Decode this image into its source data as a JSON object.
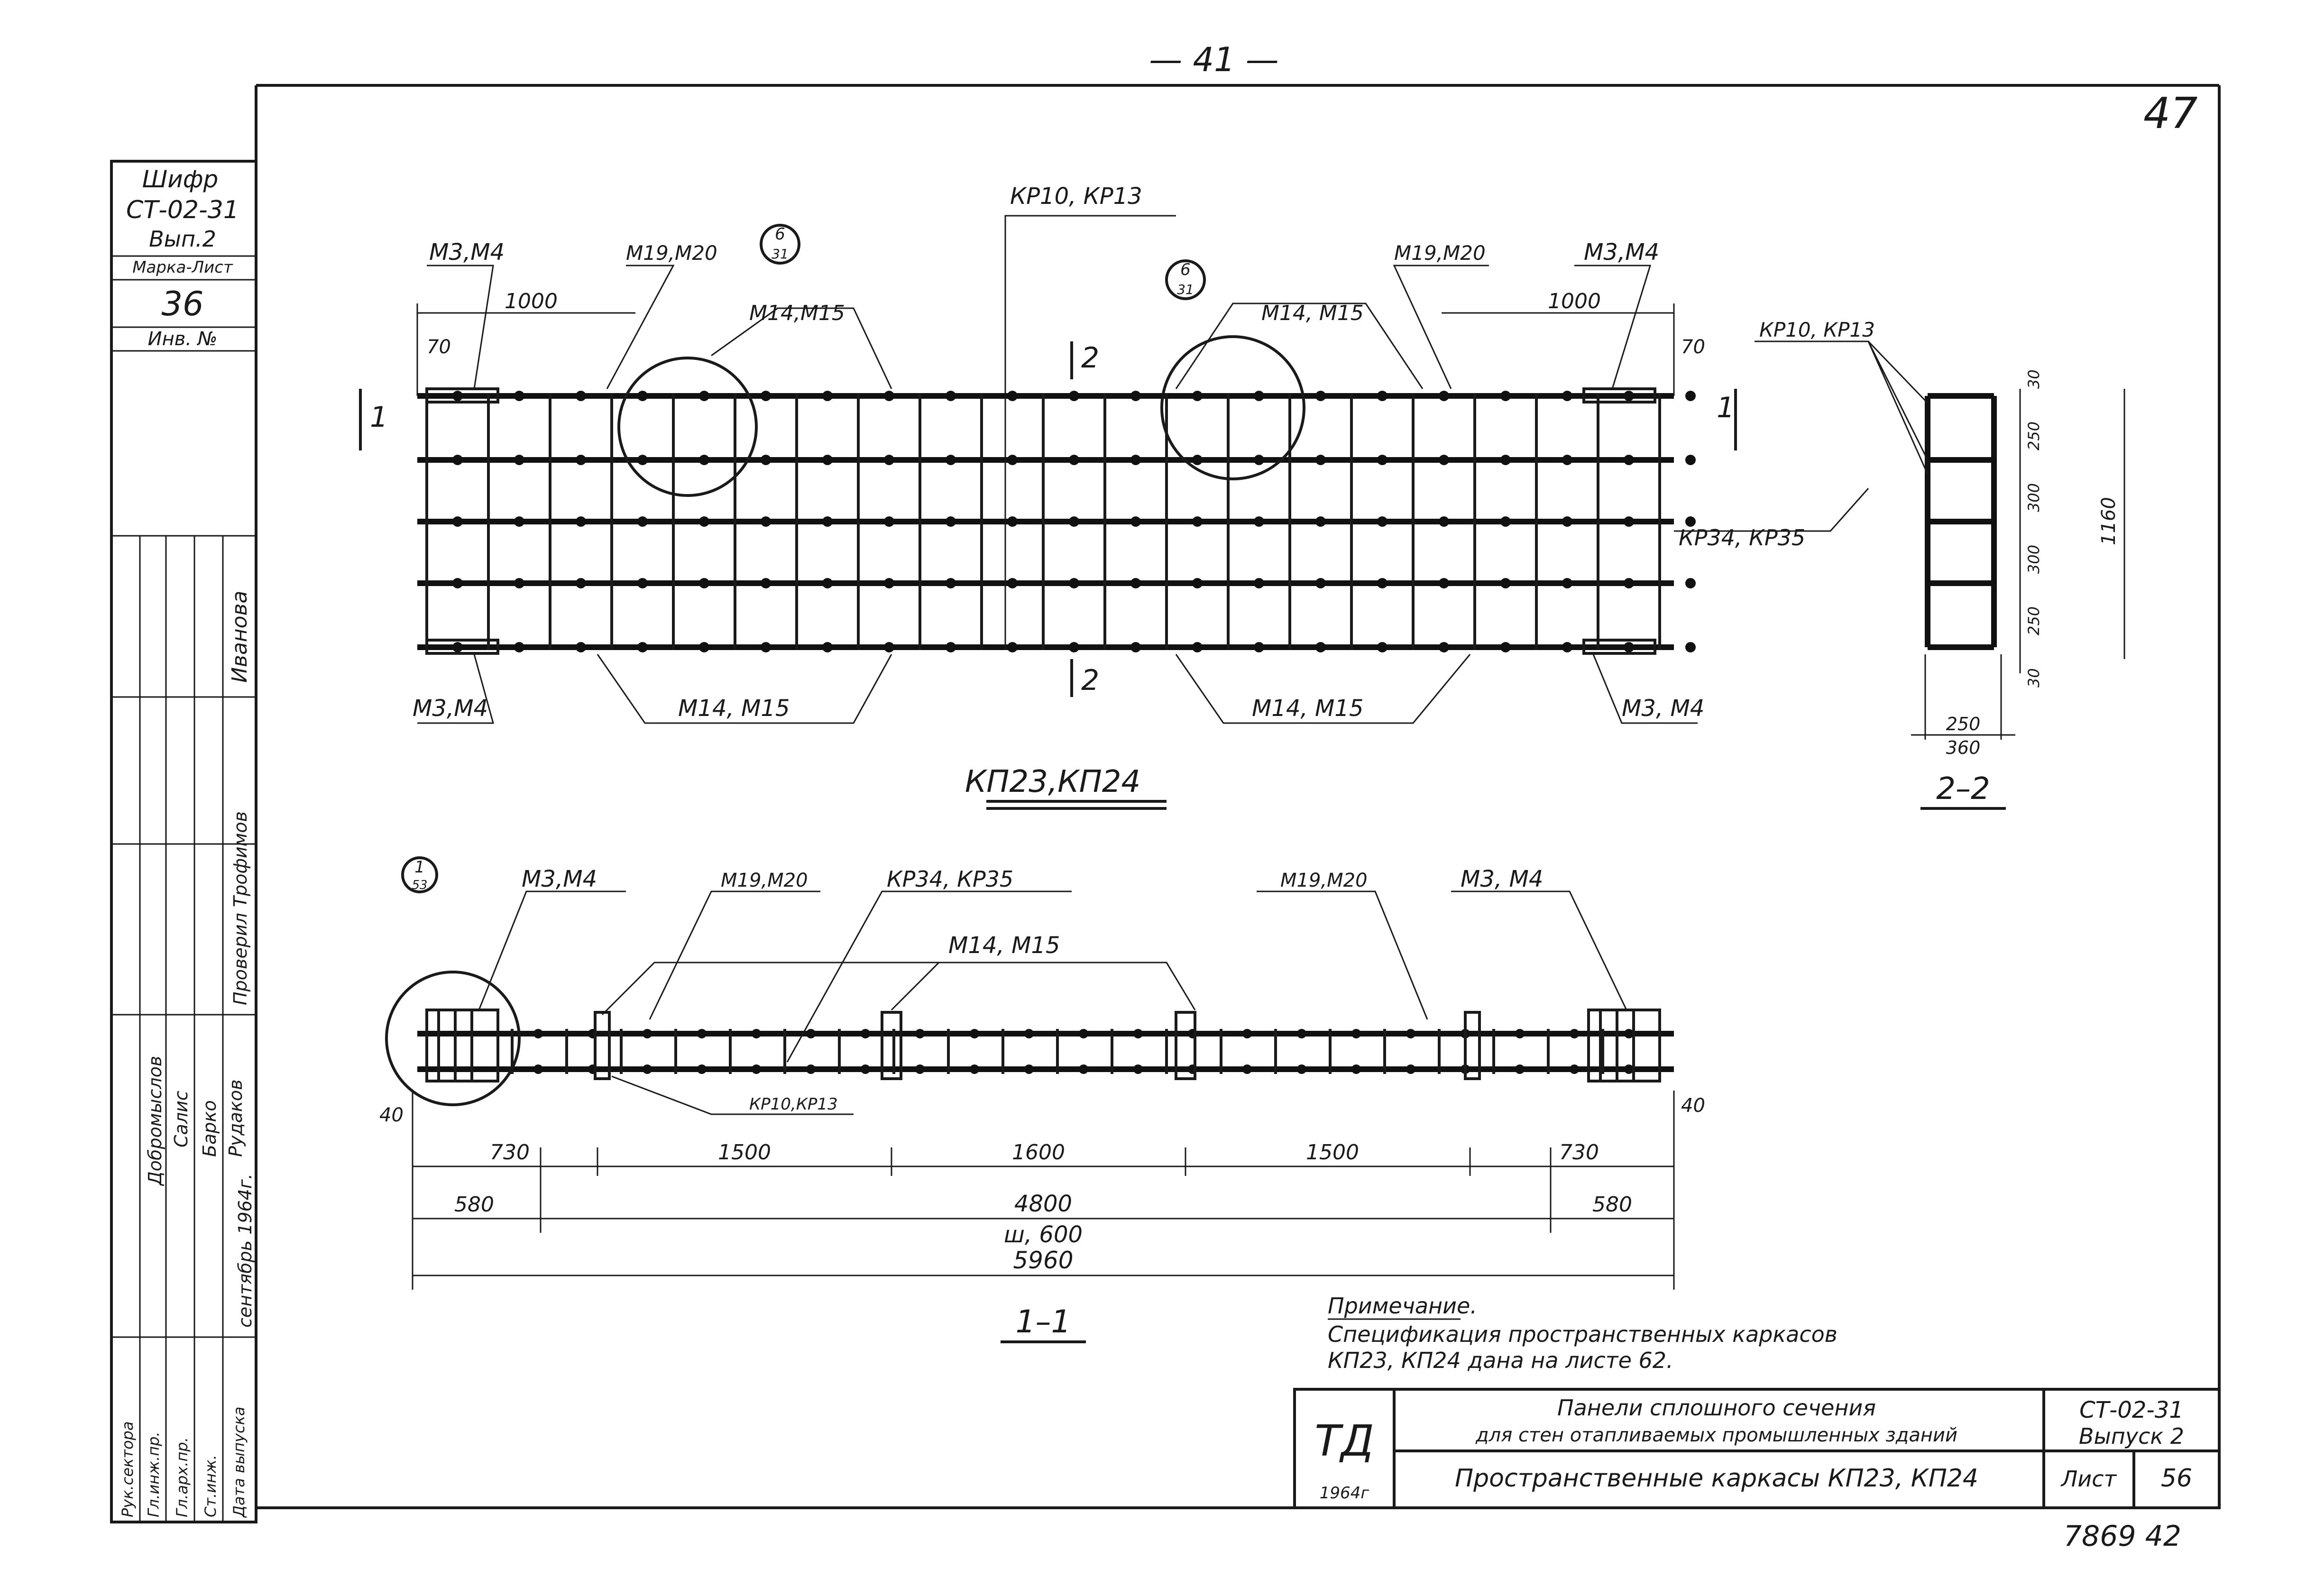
{
  "page_number": "— 41 —",
  "corner_mark": "47",
  "side_block": {
    "cipher_label": "Шифр",
    "cipher_value": "СТ-02-31",
    "issue": "Вып.2",
    "mark_sheet_label": "Марка-Лист",
    "mark_sheet_value": "36",
    "inv_label": "Инв. №",
    "names": [
      "Иванова",
      "Проверил Трофимов",
      "Добромыслов",
      "Салис",
      "Барко",
      "Рудаков",
      "сентябрь 1964г."
    ],
    "roles": [
      "Рук.сектора",
      "Гл.инж.пр.",
      "Гл.арх.пр.",
      "Ст.инж.",
      "Дата выпуска"
    ]
  },
  "plan_view": {
    "title": "КП23,КП24",
    "labels": {
      "m3m4_tl": "М3,М4",
      "m19m20_tl": "М19,М20",
      "detail_6_31_left": "6",
      "detail_6_31_left_sub": "31",
      "m14m15_tl": "М14,М15",
      "kr10kr13_top": "КР10, КР13",
      "detail_6_31_right": "6",
      "detail_6_31_right_sub": "31",
      "m14m15_tr": "М14, М15",
      "m19m20_tr": "М19,М20",
      "m3m4_tr": "М3,М4",
      "dim_1000_left": "1000",
      "dim_1000_right": "1000",
      "dim_70_left": "70",
      "dim_70_right": "70",
      "section_2_top": "2",
      "section_2_bottom": "2",
      "section_1_left": "1",
      "section_1_right": "1",
      "kr34kr35": "КР34, КР35",
      "m3m4_bl": "М3,М4",
      "m14m15_bl": "М14, М15",
      "m14m15_br": "М14, М15",
      "m3m4_br": "М3, М4"
    }
  },
  "section_2_2": {
    "title": "2–2",
    "kr10kr13": "КР10, КР13",
    "dims_vertical": [
      "30",
      "250",
      "300",
      "300",
      "250",
      "30"
    ],
    "dim_total": "1160",
    "dim_250": "250",
    "dim_360": "360"
  },
  "section_1_1": {
    "title": "1–1",
    "detail_mark": "1",
    "detail_mark_sub": "53",
    "labels": {
      "m3m4_l": "М3,М4",
      "m19m20_l": "М19,М20",
      "kr34kr35": "КР34, КР35",
      "m14m15": "М14, М15",
      "m19m20_r": "М19,М20",
      "m3m4_r": "М3, М4",
      "kr10kr13": "КР10,КР13"
    },
    "dims_row1": [
      "730",
      "1500",
      "1600",
      "1500",
      "730"
    ],
    "dims_row2": [
      "580",
      "4800",
      "580"
    ],
    "dim_600": "ш, 600",
    "dim_total": "5960",
    "dim_40_left": "40",
    "dim_40_right": "40"
  },
  "note": {
    "heading": "Примечание.",
    "line1": "Спецификация пространственных каркасов",
    "line2": "КП23, КП24 дана на листе 62."
  },
  "title_block": {
    "logo": "ТД",
    "year": "1964г",
    "title_line1": "Панели сплошного сечения",
    "title_line2": "для стен отапливаемых промышленных зданий",
    "drawing_name": "Пространственные каркасы КП23, КП24",
    "code": "СТ-02-31",
    "issue": "Выпуск 2",
    "sheet_label": "Лист",
    "sheet_number": "56"
  },
  "archive_number": "7869 42"
}
